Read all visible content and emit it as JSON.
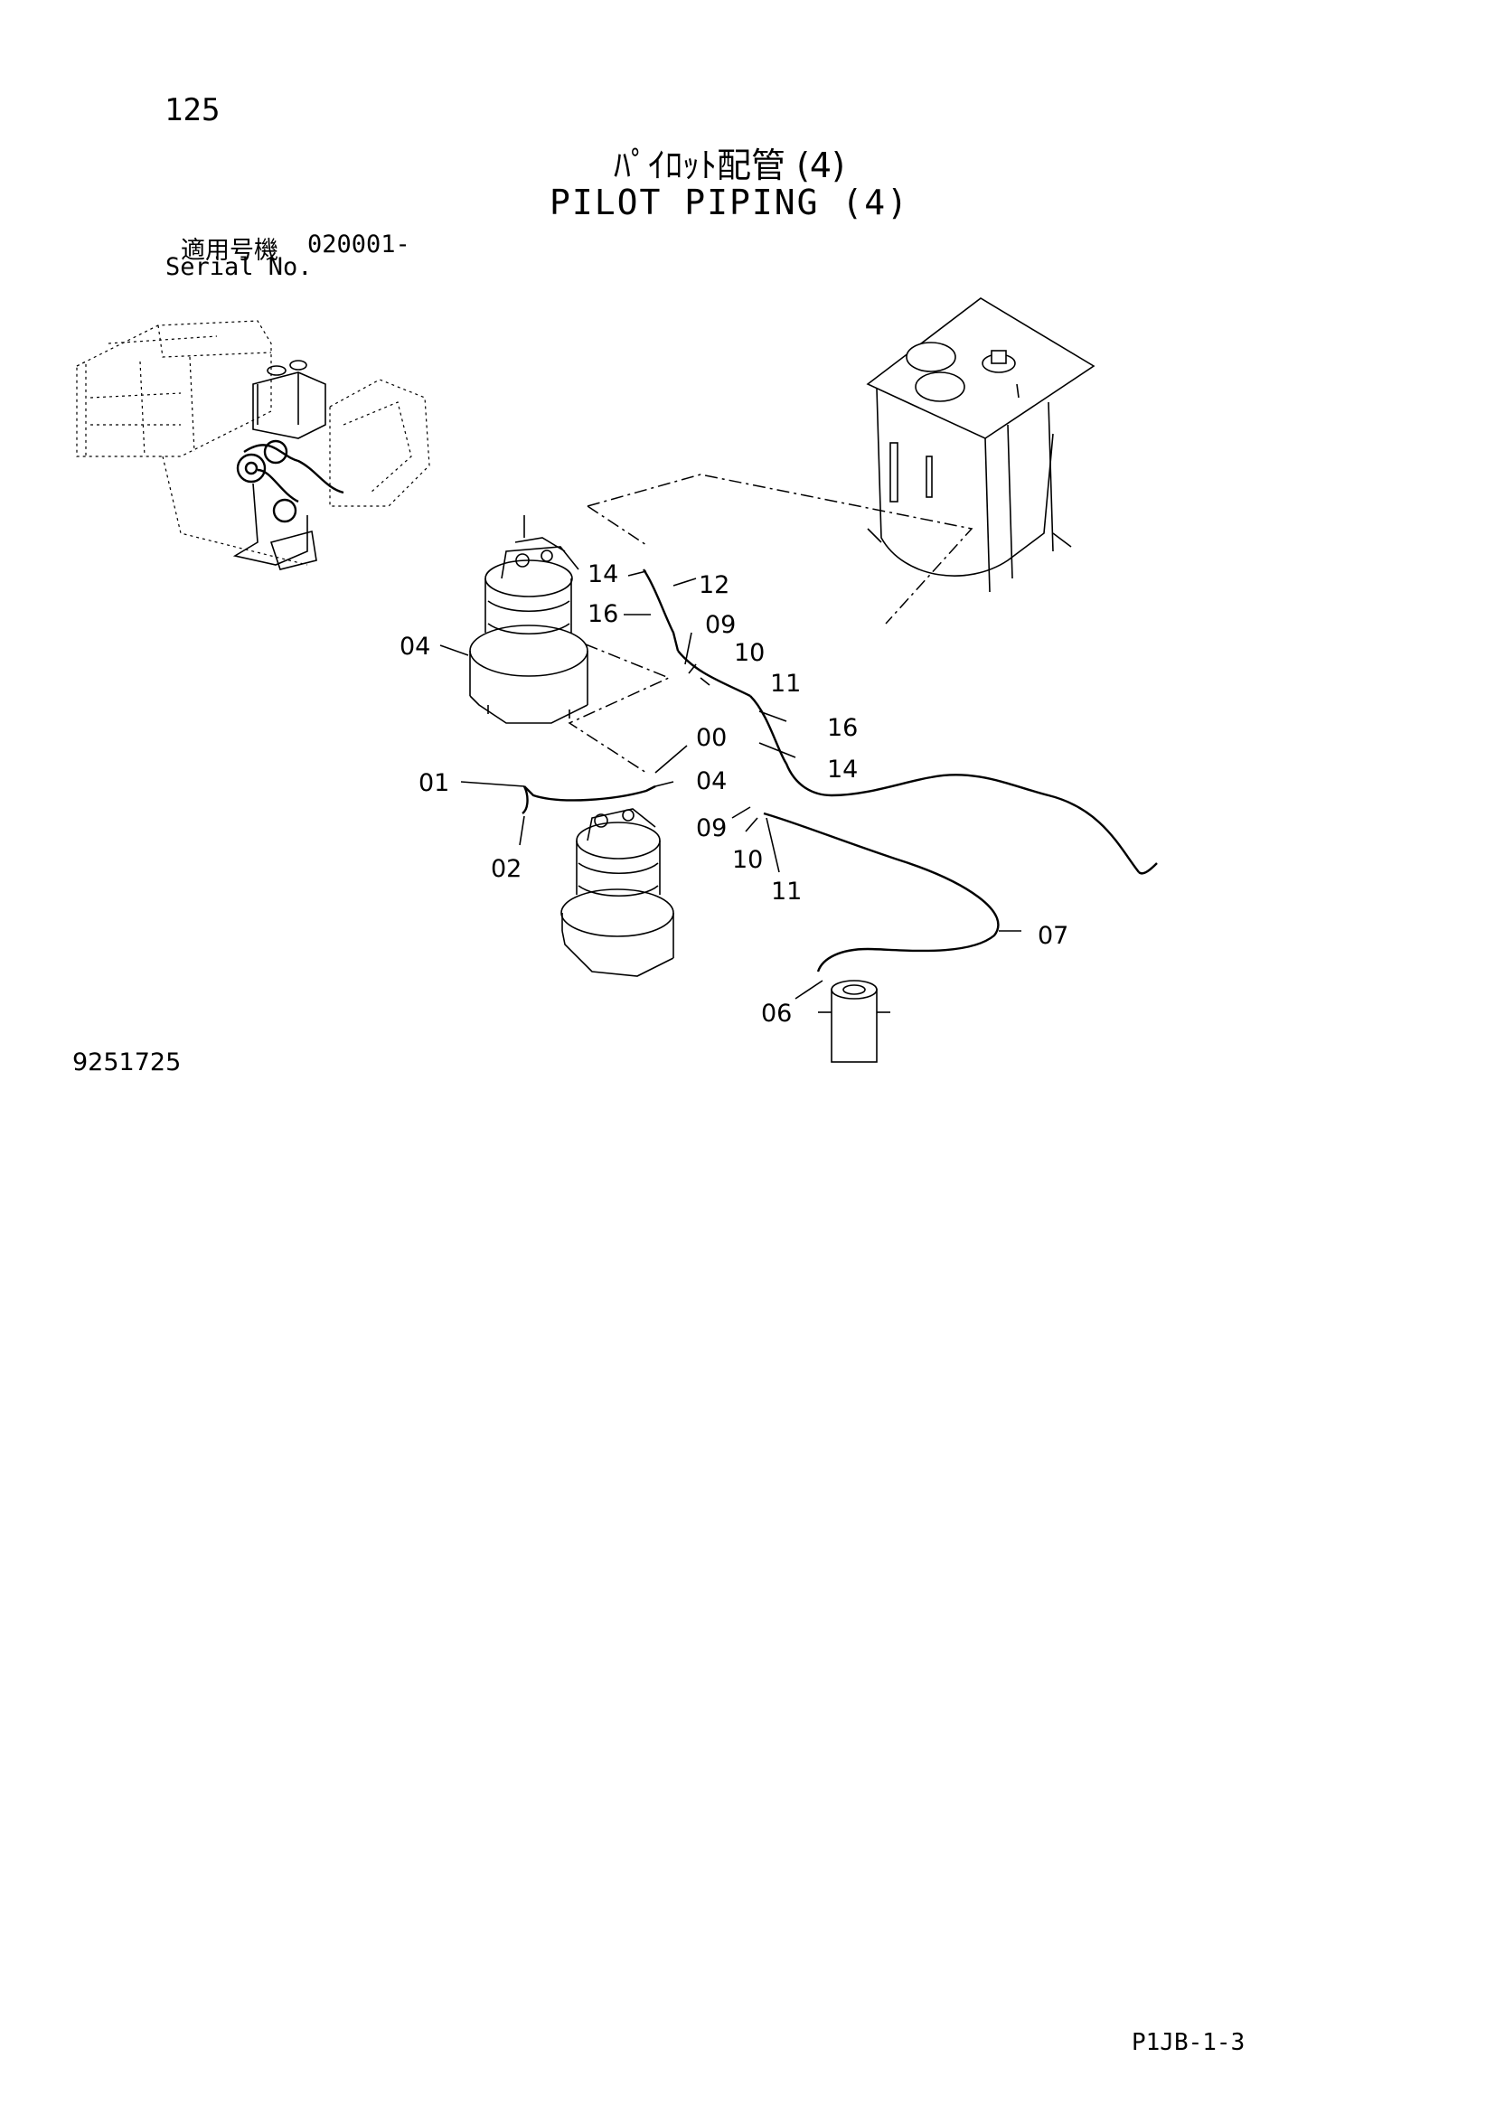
{
  "page_number": "125",
  "title_jp": "ﾊﾟｲﾛｯﾄ配管 (4)",
  "title_en": "PILOT PIPING (4)",
  "serial_label_jp": "適用号機",
  "serial_value": "020001-",
  "serial_label_en": "Serial No.",
  "drawing_number": "9251725",
  "page_code": "P1JB-1-3",
  "callouts": {
    "c14a": "14",
    "c12": "12",
    "c16a": "16",
    "c09a": "09",
    "c10a": "10",
    "c11a": "11",
    "c04a": "04",
    "c16b": "16",
    "c14b": "14",
    "c00": "00",
    "c04b": "04",
    "c01": "01",
    "c02": "02",
    "c09b": "09",
    "c10b": "10",
    "c11b": "11",
    "c07": "07",
    "c06": "06"
  }
}
